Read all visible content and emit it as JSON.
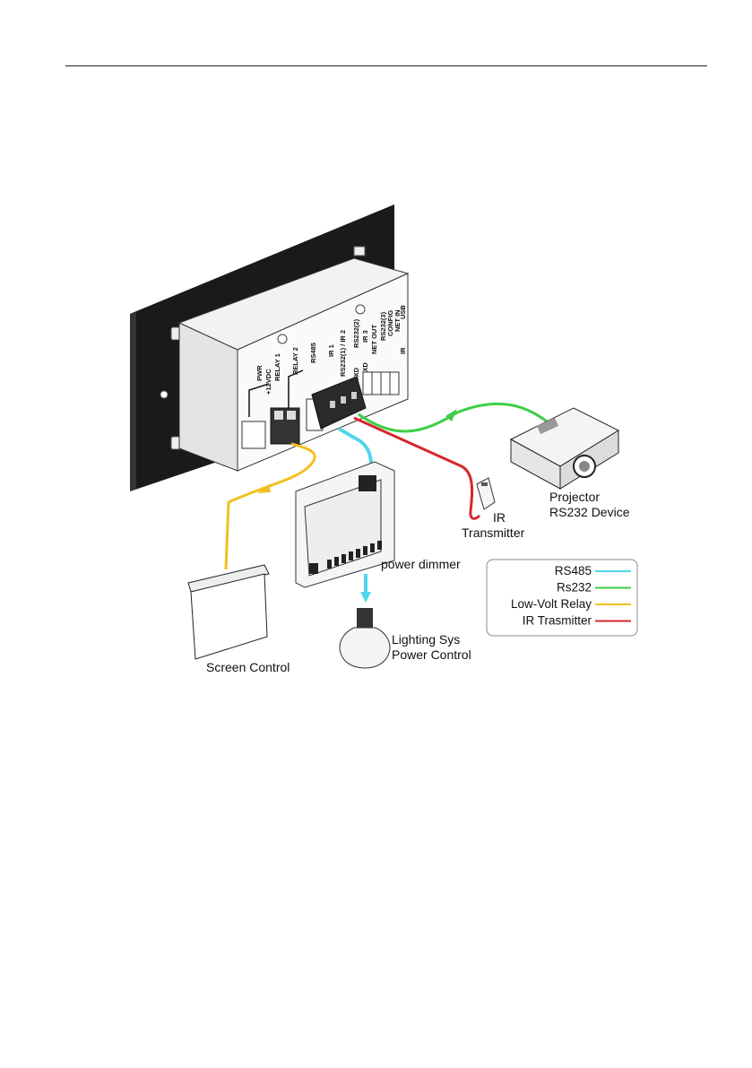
{
  "devices": {
    "projector": [
      "Projector",
      "RS232 Device"
    ],
    "ir_transmitter": [
      "IR",
      "Transmitter"
    ],
    "power_dimmer": "power dimmer",
    "screen_control": "Screen Control",
    "lighting": [
      "Lighting Sys",
      "Power Control"
    ]
  },
  "panel_labels": {
    "pwr": "PWR",
    "vdc": "+12VDC",
    "relay1": "RELAY 1",
    "relay2": "RELAY 2",
    "rs485": "RS485",
    "ir1": "IR 1",
    "rs232_ir2": "RS232(1) / IR 2",
    "rs232_2": "RS232(2)",
    "ir3": "IR 3",
    "net_out": "NET OUT",
    "rs232_3": "RS232(3)",
    "config": "CONFIG",
    "net_in": "NET IN",
    "txd": "TXD",
    "rxd": "RXD",
    "usb": "USB",
    "ir": "IR"
  },
  "legend": [
    {
      "label": "RS485",
      "color": "#4fd6ec"
    },
    {
      "label": "Rs232",
      "color": "#3ccf46"
    },
    {
      "label": "Low-Volt Relay",
      "color": "#f2c01e"
    },
    {
      "label": "IR Trasmitter",
      "color": "#d6282c"
    }
  ],
  "colors": {
    "rs485": "#4fd6ec",
    "rs232": "#3ccf46",
    "relay": "#f2c01e",
    "ir": "#d6282c"
  }
}
